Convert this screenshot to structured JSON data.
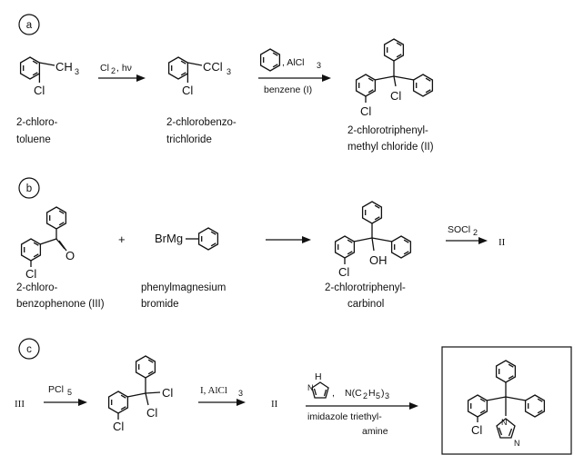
{
  "parts": {
    "a": "a",
    "b": "b",
    "c": "c"
  },
  "atoms": {
    "ch3": "CH",
    "ch3_sub": "3",
    "ccl3": "CCl",
    "ccl3_sub": "3",
    "cl": "Cl",
    "o": "O",
    "oh": "OH",
    "brmg": "BrMg",
    "nh": "H",
    "n": "N"
  },
  "reagents": {
    "a1_main": "Cl",
    "a1_sub": "2",
    "a1_tail": ", hν",
    "a2_main": ", AlCl",
    "a2_sub": "3",
    "a2_below": "benzene (I)",
    "b_soc_main": "SOCl",
    "b_soc_sub": "2",
    "b_plus": "+",
    "b_product": "II",
    "c1_main": "PCl",
    "c1_sub": "5",
    "c1_start": "III",
    "c2_main": "I, AlCl",
    "c2_sub": "3",
    "c2_product": "II",
    "c3_comma": ",",
    "c3_net_a": "N(C",
    "c3_net_b": "2",
    "c3_net_c": "H",
    "c3_net_d": "5",
    "c3_net_e": ")",
    "c3_net_f": "3",
    "c3_below1": "imidazole triethyl-",
    "c3_below2": "amine"
  },
  "labels": {
    "a_tol1": "2-chloro-",
    "a_tol2": "toluene",
    "a_tcl1": "2-chlorobenzo-",
    "a_tcl2": "trichloride",
    "a_prod1": "2-chlorotriphenyl-",
    "a_prod2": "methyl chloride (II)",
    "b_bzp1": "2-chloro-",
    "b_bzp2": "benzophenone (III)",
    "b_grg1": "phenylmagnesium",
    "b_grg2": "bromide",
    "b_carb1": "2-chlorotriphenyl-",
    "b_carb2": "carbinol"
  }
}
